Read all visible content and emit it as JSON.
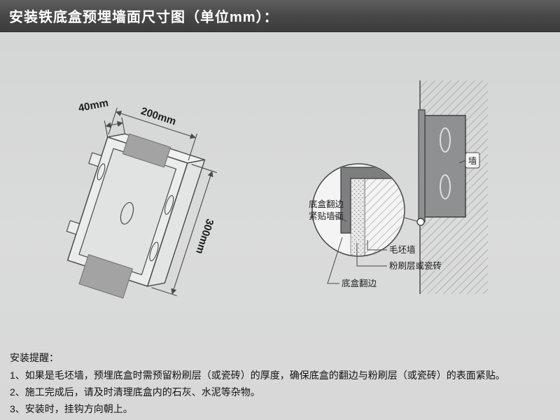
{
  "header": {
    "title": "安装铁底盒预埋墙面尺寸图（单位mm）："
  },
  "left_diagram": {
    "dim_depth": "40mm",
    "dim_width": "200mm",
    "dim_height": "300mm"
  },
  "right_diagram": {
    "wall_tag": "墙",
    "callout_line1": "底盒翻边",
    "callout_line2": "紧贴墙面",
    "label_rough_wall": "毛坯墙",
    "label_plaster": "粉刷层或瓷砖",
    "label_flange": "底盒翻边"
  },
  "notes": {
    "title": "安装提醒：",
    "items": [
      "1、如果是毛坯墙，预埋底盒时需预留粉刷层（或瓷砖）的厚度，确保底盒的翻边与粉刷层（或瓷砖）的表面紧贴。",
      "2、施工完成后，请及时清理底盒内的石灰、水泥等杂物。",
      "3、安装时，挂钩方向朝上。"
    ]
  },
  "colors": {
    "header_bg": "#464646",
    "page_bg": "#d9dada",
    "metal_gray": "#8f9091",
    "line": "#4a4a4a"
  }
}
